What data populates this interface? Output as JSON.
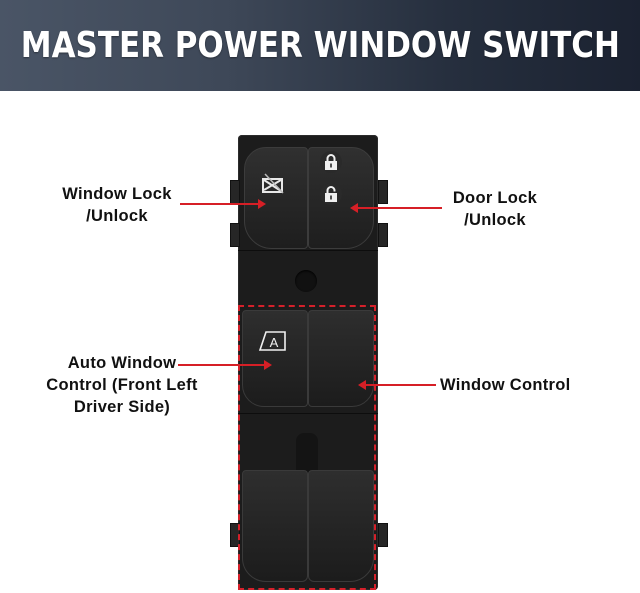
{
  "banner": {
    "title": "MASTER POWER WINDOW SWITCH"
  },
  "callouts": {
    "window_lock": {
      "line1": "Window Lock",
      "line2": "/Unlock"
    },
    "door_lock": {
      "line1": "Door Lock",
      "line2": "/Unlock"
    },
    "auto_window": {
      "line1": "Auto Window",
      "line2": "Control (Front Left",
      "line3": "Driver Side)"
    },
    "window_control": {
      "line1": "Window Control"
    }
  },
  "device": {
    "auto_button_glyph": "A",
    "icons": [
      "window-lock-icon",
      "padlock-locked-icon",
      "padlock-unlocked-icon",
      "auto-window-icon"
    ]
  },
  "colors": {
    "banner_start": "#4a5566",
    "banner_end": "#1b2231",
    "callout_line": "#d61f26",
    "switch_body": "#1c1c1c"
  }
}
